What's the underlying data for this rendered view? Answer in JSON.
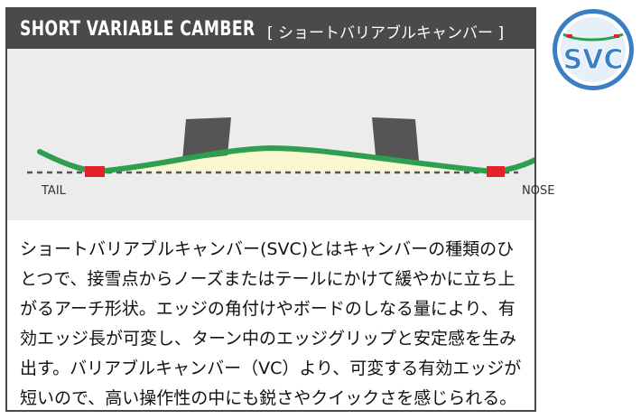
{
  "header": {
    "title": "SHORT VARIABLE CAMBER",
    "subtitle": "[ ショートバリアブルキャンバー ]"
  },
  "diagram": {
    "tail_label": "TAIL",
    "nose_label": "NOSE"
  },
  "badge": {
    "text": "SVC"
  },
  "description": "ショートバリアブルキャンバー(SVC)とはキャンバーの種類のひとつで、接雪点からノーズまたはテールにかけて緩やかに立ち上がるアーチ形状。エッジの角付けやボードのしなる量により、有効エッジ長が可変し、ターン中のエッジグリップと安定感を生み出す。バリアブルキャンバー（VC）より、可変する有効エッジが短いので、高い操作性の中にも鋭さやクイックさを感じられる。",
  "colors": {
    "header_bg": "#4a4a4a",
    "board_green": "#2e9e4f",
    "contact_red": "#e3212b",
    "camber_fill": "#fbf7cf",
    "binding_gray": "#555555",
    "badge_blue": "#3a7fc4"
  }
}
